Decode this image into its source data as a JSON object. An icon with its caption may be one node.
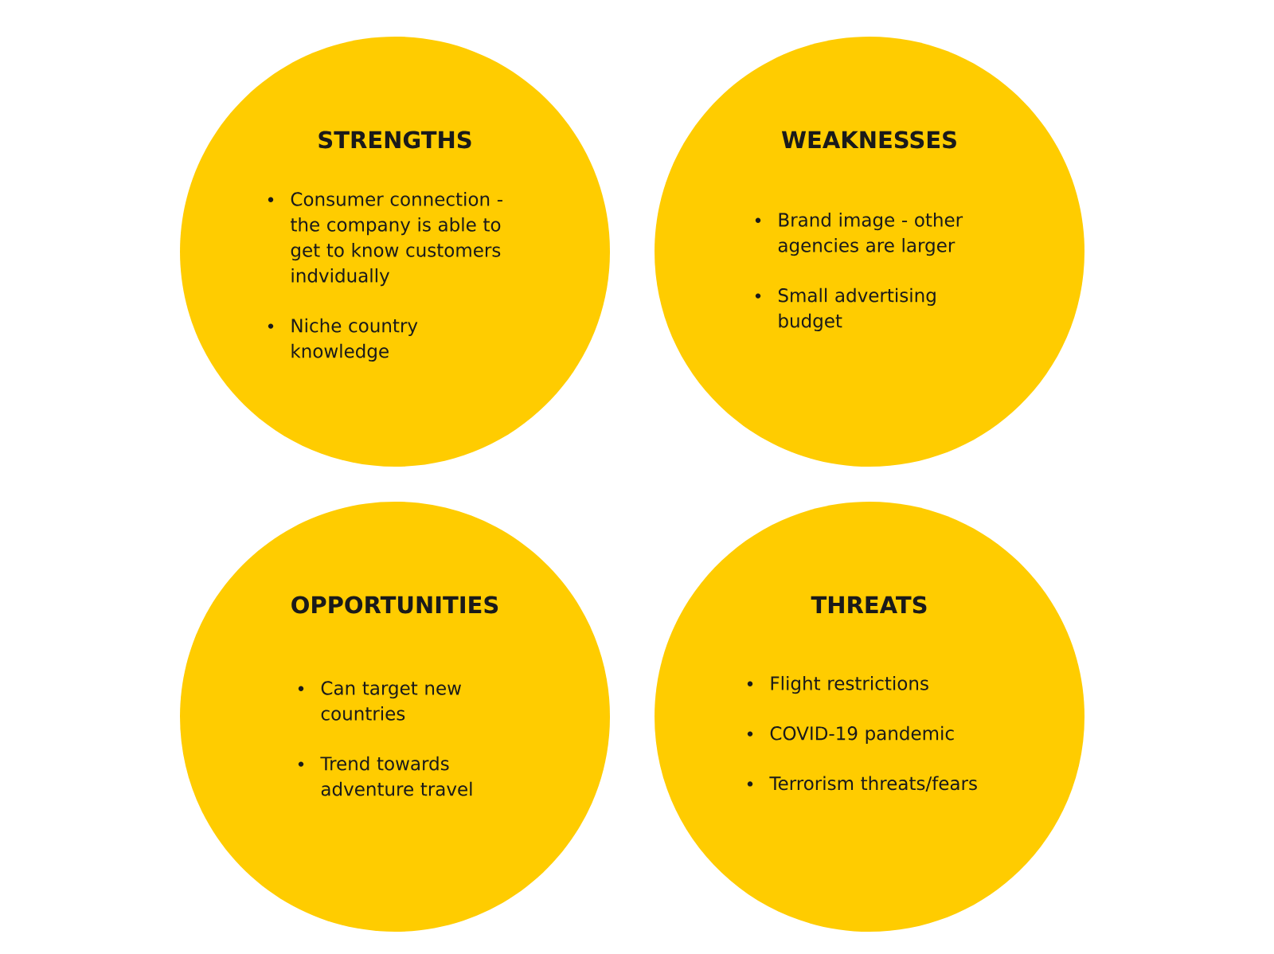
{
  "diagram": {
    "nodes": [
      {
        "text": [
          "STRENGTHS",
          "Consumer connection - the company is able to get to know customers indvidually",
          "Niche country knowledge"
        ]
      },
      {
        "text": [
          "WEAKNESSES",
          "Brand image - other agencies are larger",
          "Small advertising budget"
        ]
      },
      {
        "text": [
          "OPPORTUNITIES",
          "Can target new countries",
          "Trend towards adventure travel"
        ]
      },
      {
        "text": [
          "THREATS",
          "Flight restrictions",
          "COVID-19 pandemic",
          "Terrorism threats/fears"
        ]
      }
    ]
  }
}
